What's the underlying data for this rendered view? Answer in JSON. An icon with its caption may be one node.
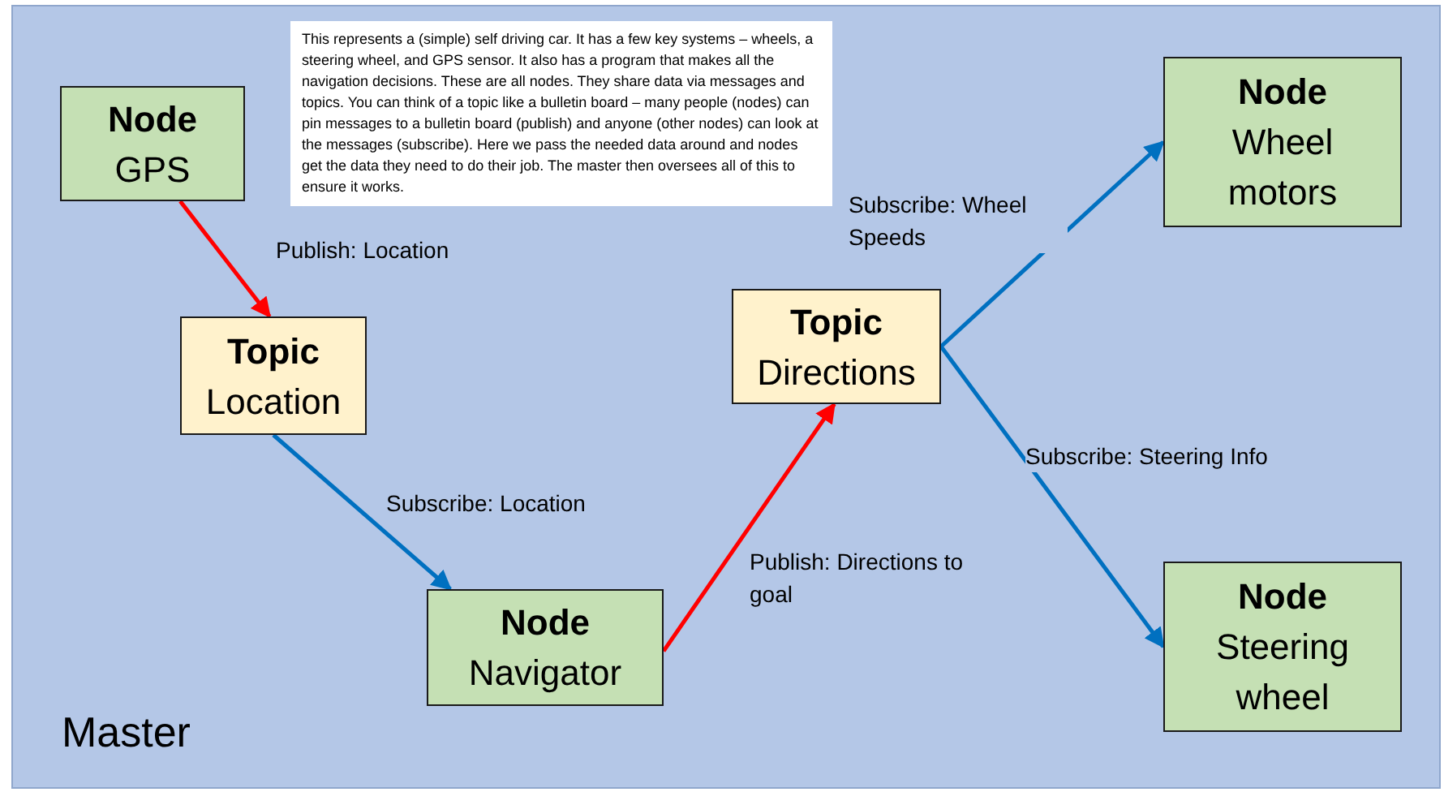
{
  "diagram": {
    "nodes": [
      {
        "text": [
          "Master"
        ]
      },
      {
        "text": [
          "This represents a (simple) self driving car.  It has a few key systems – wheels, a steering wheel, and GPS sensor.  It also has a program that makes all the navigation decisions.  These are all nodes.  They share data via messages and topics.  You can think of a topic like a bulletin board – many people (nodes) can pin messages to a bulletin board (publish) and anyone (other nodes) can look at the messages (subscribe).  Here we pass the needed data around and nodes get the data they need to do their job.  The master then oversees all of this to ensure it works."
        ],
        "in": 0
      },
      {
        "text": [
          "Node",
          "GPS"
        ],
        "in": 0
      },
      {
        "text": [
          "Topic",
          "Location"
        ],
        "in": 0
      },
      {
        "text": [
          "Node",
          "Navigator"
        ],
        "in": 0
      },
      {
        "text": [
          "Topic",
          "Directions"
        ],
        "in": 0
      },
      {
        "text": [
          "Node",
          "Wheel motors"
        ],
        "in": 0
      },
      {
        "text": [
          "Node",
          "Steering wheel"
        ],
        "in": 0
      }
    ],
    "edges": [
      {
        "from": 2,
        "to": 3,
        "arrow": "to",
        "label": "Publish: Location",
        "color": "#ff0000"
      },
      {
        "from": 3,
        "to": 4,
        "arrow": "to",
        "label": "Subscribe: Location"
      },
      {
        "from": 4,
        "to": 5,
        "arrow": "to",
        "label": "Publish: Directions to goal",
        "color": "#ff0000"
      },
      {
        "from": 5,
        "to": 6,
        "arrow": "to",
        "label": "Subscribe: Wheel Speeds"
      },
      {
        "from": 5,
        "to": 7,
        "arrow": "to",
        "label": "Subscribe: Steering Info"
      }
    ]
  }
}
